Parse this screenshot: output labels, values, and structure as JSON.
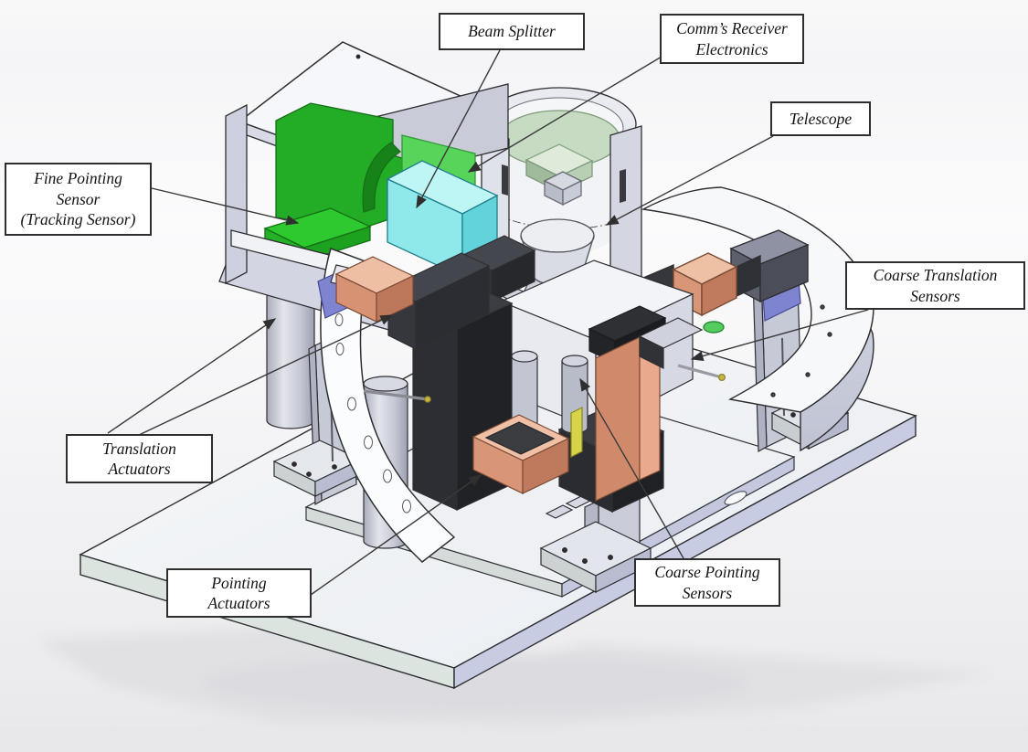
{
  "figure": {
    "description": "Isometric cut-away CAD rendering of an optical pointing and tracking terminal assembly on a square base plate, with annotated component callouts",
    "callouts": [
      {
        "id": "beam-splitter",
        "lines": [
          "Beam Splitter"
        ]
      },
      {
        "id": "comms-receiver-electronics",
        "lines": [
          "Comm’s Receiver",
          "Electronics"
        ]
      },
      {
        "id": "telescope",
        "lines": [
          "Telescope"
        ]
      },
      {
        "id": "fine-pointing-sensor",
        "lines": [
          "Fine Pointing",
          "Sensor",
          "(Tracking Sensor)"
        ]
      },
      {
        "id": "coarse-translation-sensors",
        "lines": [
          "Coarse Translation",
          "Sensors"
        ]
      },
      {
        "id": "translation-actuators",
        "lines": [
          "Translation",
          "Actuators"
        ]
      },
      {
        "id": "pointing-actuators",
        "lines": [
          "Pointing",
          "Actuators"
        ]
      },
      {
        "id": "coarse-pointing-sensors",
        "lines": [
          "Coarse Pointing",
          "Sensors"
        ]
      }
    ],
    "colors": {
      "structure_light": "#eef0f4",
      "structure_mid": "#cdd0de",
      "structure_dark": "#b2b6c6",
      "copper_actuator": "#dd9a7c",
      "green_sensor": "#2db52d",
      "green_board": "#57d459",
      "cyan_beam_splitter": "#8fe9eb",
      "pale_green_disk": "#c6dbc1",
      "periwinkle_accent": "#7f84d1",
      "black_component": "#2c2e33",
      "yellow_element": "#d8d44a",
      "outline": "#2f2f33",
      "leader_line": "#3a3a3a",
      "label_border": "#2e2e2e",
      "shadow": "#e1e1e4"
    }
  }
}
